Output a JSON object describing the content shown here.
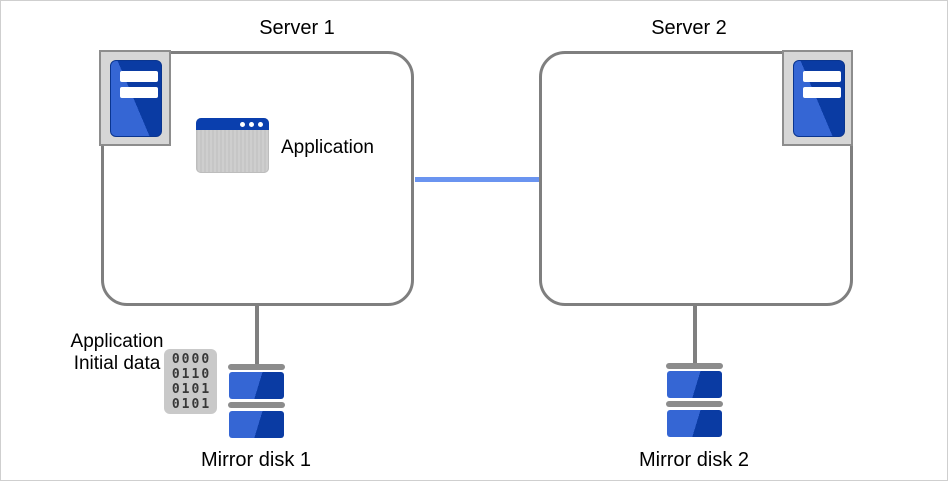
{
  "colors": {
    "box_border": "#7f7f7f",
    "connector_gray": "#7f7f7f",
    "connector_blue": "#6a94f0",
    "blue_light": "#3566d4",
    "blue_dark": "#0a3ba3",
    "titlebar_blue": "#0a3fae"
  },
  "nodes": {
    "server1": {
      "label": "Server 1"
    },
    "server2": {
      "label": "Server 2"
    },
    "application": {
      "label": "Application"
    },
    "initial_data": {
      "line1": "Application",
      "line2": "Initial data",
      "binary_rows": [
        "0000",
        "0110",
        "0101",
        "0101"
      ]
    },
    "disk1": {
      "label": "Mirror disk 1"
    },
    "disk2": {
      "label": "Mirror disk 2"
    }
  }
}
